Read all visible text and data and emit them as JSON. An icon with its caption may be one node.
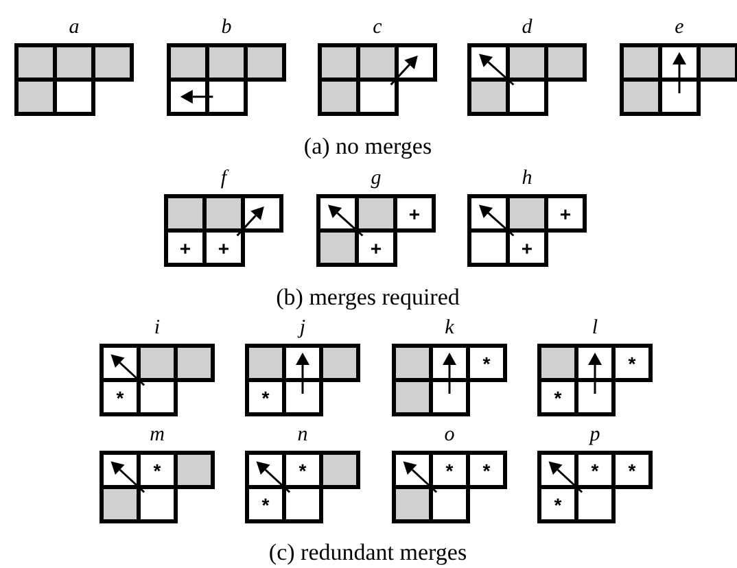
{
  "diagram": {
    "labels": [
      "a",
      "b",
      "c",
      "d",
      "e",
      "(a) no merges",
      "f",
      "g",
      "h",
      "+",
      "+",
      "+",
      "+",
      "+",
      "+",
      "(b) merges required",
      "i",
      "j",
      "k",
      "l",
      "*",
      "*",
      "*",
      "*",
      "*",
      "m",
      "n",
      "o",
      "p",
      "*",
      "*",
      "*",
      "*",
      "*",
      "*",
      "*",
      "*",
      "(c) redundant merges"
    ]
  }
}
